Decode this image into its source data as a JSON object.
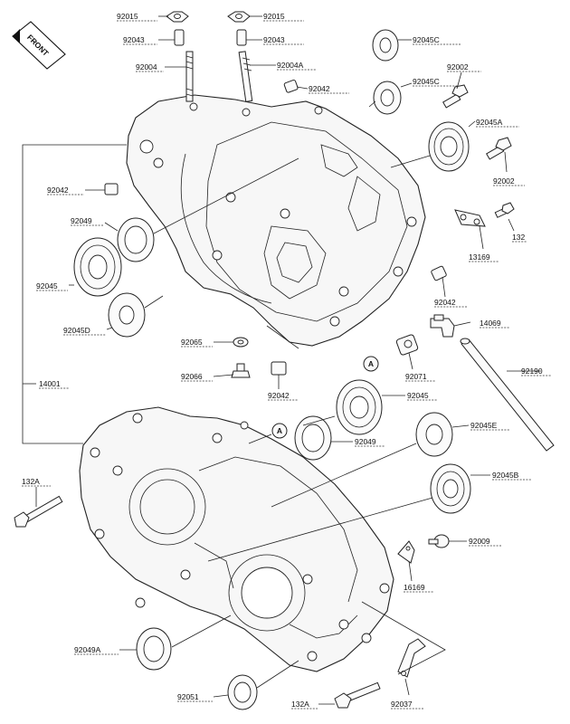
{
  "front_label": "FRONT",
  "ref_mark": "A",
  "labels": {
    "l92015a": "92015",
    "l92015b": "92015",
    "l92043a": "92043",
    "l92043b": "92043",
    "l92004": "92004",
    "l92004A": "92004A",
    "l92045C1": "92045C",
    "l92045C2": "92045C",
    "l92002a": "92002",
    "l92042a": "92042",
    "l92045A": "92045A",
    "l92002b": "92002",
    "l92042b": "92042",
    "l92049a": "92049",
    "l132": "132",
    "l13169": "13169",
    "l92045a": "92045",
    "l92042c": "92042",
    "l92045D": "92045D",
    "l14069": "14069",
    "l92065": "92065",
    "l92066": "92066",
    "l92071": "92071",
    "l92190": "92190",
    "l14001": "14001",
    "l92042d": "92042",
    "l92045b": "92045",
    "l92049b": "92049",
    "l92045E": "92045E",
    "l132Aa": "132A",
    "l92045B": "92045B",
    "l92009": "92009",
    "l16169": "16169",
    "l92049A": "92049A",
    "l92051": "92051",
    "l132Ab": "132A",
    "l92037": "92037"
  }
}
